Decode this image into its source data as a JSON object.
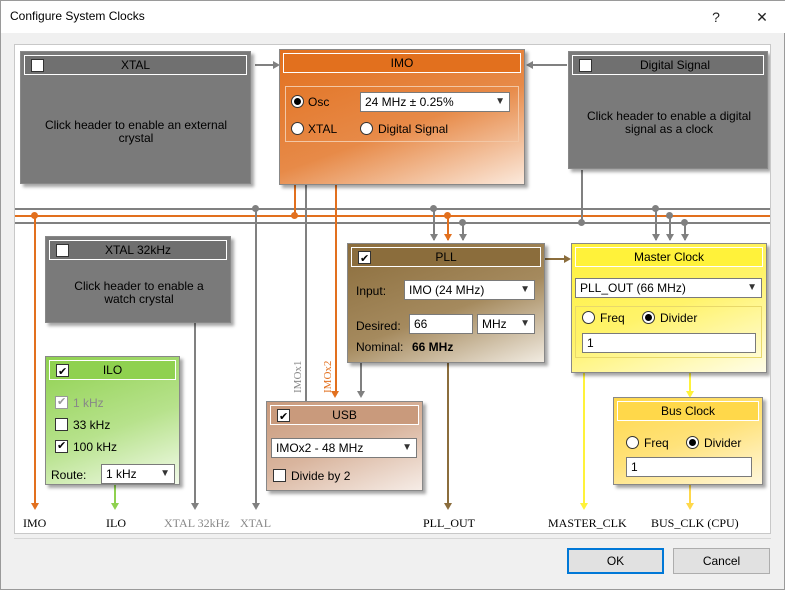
{
  "window": {
    "title": "Configure System Clocks",
    "help": "?",
    "close": "✕"
  },
  "xtal": {
    "header": "XTAL",
    "enabled": false,
    "message": "Click header to enable an external crystal"
  },
  "imo": {
    "header": "IMO",
    "osc_label": "Osc",
    "xtal_label": "XTAL",
    "digital_label": "Digital Signal",
    "selected_source": "Osc",
    "frequency": "24 MHz   ± 0.25%"
  },
  "digital_signal": {
    "header": "Digital Signal",
    "enabled": false,
    "message": "Click header to enable a digital signal as a clock"
  },
  "xtal32": {
    "header": "XTAL 32kHz",
    "enabled": false,
    "message": "Click header to enable a watch crystal"
  },
  "pll": {
    "header": "PLL",
    "enabled": true,
    "input_label": "Input:",
    "input_value": "IMO (24 MHz)",
    "desired_label": "Desired:",
    "desired_value": "66",
    "desired_unit": "MHz",
    "nominal_label": "Nominal:",
    "nominal_value": "66 MHz"
  },
  "master_clock": {
    "header": "Master Clock",
    "source": "PLL_OUT (66 MHz)",
    "freq_label": "Freq",
    "divider_label": "Divider",
    "mode": "Divider",
    "divider_value": "1"
  },
  "ilo": {
    "header": "ILO",
    "enabled": true,
    "options": [
      {
        "label": "1 kHz",
        "checked": true,
        "disabled": true
      },
      {
        "label": "33 kHz",
        "checked": false,
        "disabled": false
      },
      {
        "label": "100 kHz",
        "checked": true,
        "disabled": false
      }
    ],
    "route_label": "Route:",
    "route_value": "1 kHz"
  },
  "usb": {
    "header": "USB",
    "enabled": true,
    "source": "IMOx2 - 48 MHz",
    "divide_label": "Divide by 2",
    "divide_checked": false
  },
  "bus_clock": {
    "header": "Bus Clock",
    "freq_label": "Freq",
    "divider_label": "Divider",
    "mode": "Divider",
    "divider_value": "1"
  },
  "signals": {
    "imox1": "IMOx1",
    "imox2": "IMOx2",
    "imo": "IMO",
    "ilo": "ILO",
    "xtal32": "XTAL 32kHz",
    "xtal": "XTAL",
    "pll_out": "PLL_OUT",
    "master_clk": "MASTER_CLK",
    "bus_clk": "BUS_CLK (CPU)"
  },
  "buttons": {
    "ok": "OK",
    "cancel": "Cancel"
  },
  "colors": {
    "gray_box": "#7a7a7a",
    "imo_orange": "#e2701e",
    "pll_brown": "#8b6d3c",
    "master_yellow": "#fff23a",
    "ilo_green": "#8fd14f",
    "usb_tan": "#c99a7c",
    "bus_yellow": "#ffd84a",
    "line_gray": "#808080",
    "line_orange": "#e2701e"
  }
}
